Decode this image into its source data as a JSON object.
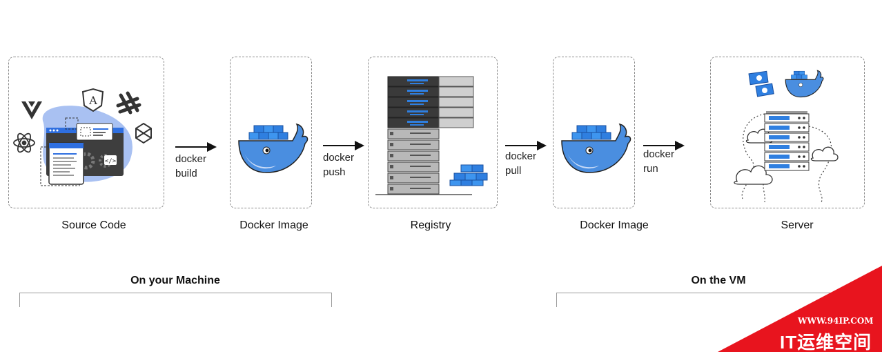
{
  "stages": [
    {
      "label": "Source Code"
    },
    {
      "label": "Docker Image"
    },
    {
      "label": "Registry"
    },
    {
      "label": "Docker Image"
    },
    {
      "label": "Server"
    }
  ],
  "arrows": [
    {
      "line1": "docker",
      "line2": "build"
    },
    {
      "line1": "docker",
      "line2": "push"
    },
    {
      "line1": "docker",
      "line2": "pull"
    },
    {
      "line1": "docker",
      "line2": "run"
    }
  ],
  "groups": {
    "machine": "On your Machine",
    "vm": "On the VM"
  },
  "watermark": {
    "url": "WWW.94IP.COM",
    "name": "IT运维空间",
    "color": "#e8141e"
  },
  "colors": {
    "docker_blue": "#2f7fe0",
    "whale_blue": "#4a8ee0",
    "server_dark": "#3a3a3a"
  }
}
